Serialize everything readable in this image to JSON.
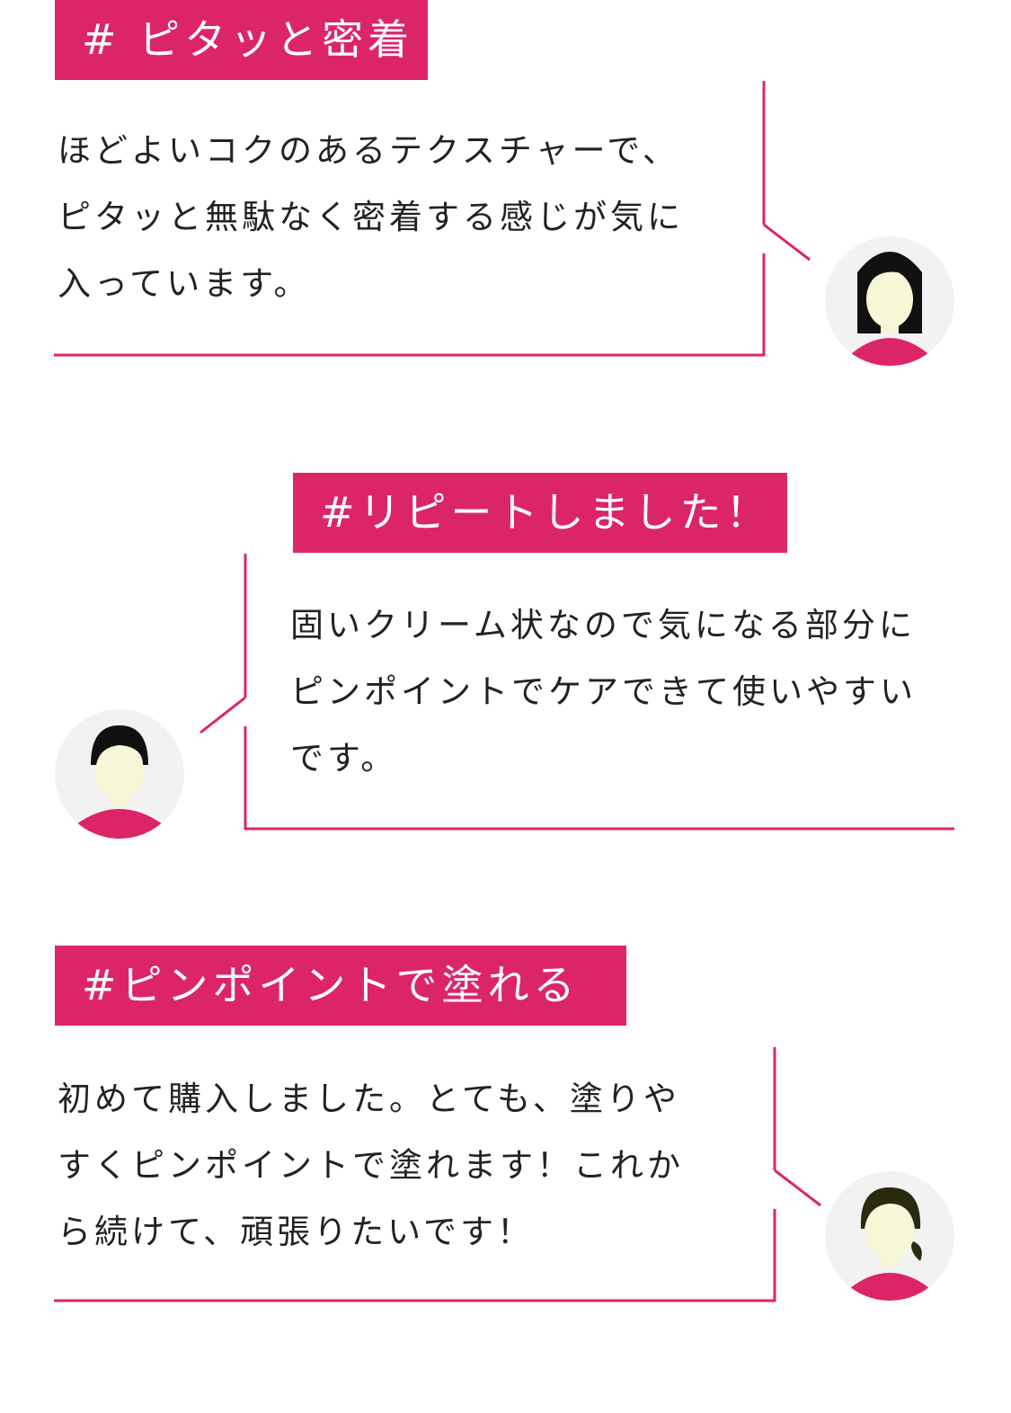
{
  "accent_color": "#dc2569",
  "reviews": [
    {
      "tag": "# ピタッと密着",
      "text": "ほどよいコクのあるテクスチャーで、\nピタッと無駄なく密着する感じが気に\n入っています。",
      "avatar_icon": "woman-long-hair-icon"
    },
    {
      "tag": "#リピートしました！",
      "text": "固いクリーム状なので気になる部分に\nピンポイントでケアできて使いやすい\nです。",
      "avatar_icon": "man-short-hair-icon"
    },
    {
      "tag": "#ピンポイントで塗れる",
      "text": "初めて購入しました。とても、塗りや\nすくピンポイントで塗れます！これか\nら続けて、頑張りたいです！",
      "avatar_icon": "woman-ponytail-icon"
    }
  ]
}
